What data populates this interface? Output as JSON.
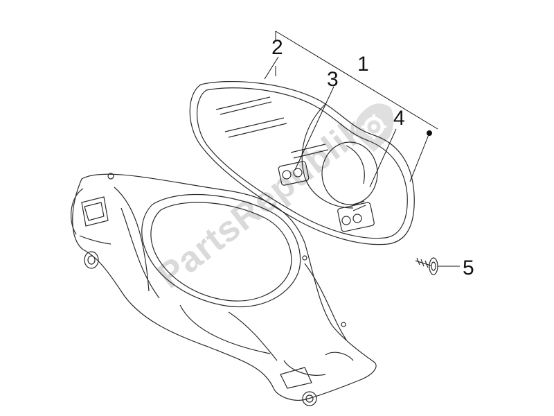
{
  "callouts": {
    "part_1": "1",
    "part_2": "2",
    "part_3": "3",
    "part_4": "4",
    "part_5": "5"
  },
  "watermark": {
    "text": "PartsRepublik",
    "icon": "gear-icon"
  },
  "colors": {
    "line": "#222222",
    "watermark": "#d6d6d6"
  }
}
